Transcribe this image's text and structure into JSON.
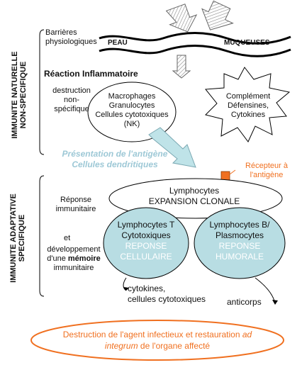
{
  "innate_section": {
    "vertical_label_line1": "IMMUNITE NATURELLE",
    "vertical_label_line2": "NON-SPECIFIQUE",
    "barrieres_line1": "Barrières",
    "barrieres_line2": "physiologiques",
    "peau": "PEAU",
    "muqueuses": "MUQUEUSES",
    "reaction": "Réaction Inflammatoire",
    "destruction_line1": "destruction",
    "destruction_line2": "non-",
    "destruction_line3": "spécifique",
    "cells_line1": "Macrophages",
    "cells_line2": "Granulocytes",
    "cells_line3": "Cellules cytotoxiques",
    "cells_line4": "(NK)",
    "complement_line1": "Complément",
    "complement_line2": "Défensines,",
    "complement_line3": "Cytokines"
  },
  "transition": {
    "presentation_line1": "Présentation de l'antigène",
    "presentation_line2": "Cellules dendritiques",
    "recepteur_line1": "Récepteur à",
    "recepteur_line2": "l'antigène"
  },
  "adaptive_section": {
    "vertical_label_line1": "IMMUNITE ADAPTATIVE",
    "vertical_label_line2": "SPECIFIQUE",
    "reponse_line1": "Réponse",
    "reponse_line2": "immunitaire",
    "et": "et",
    "developpement_line1": "développement",
    "developpement_line2_a": "d'une ",
    "developpement_line2_b": "mémoire",
    "developpement_line3": "immunitaire",
    "lympho_line1": "Lymphocytes",
    "lympho_line2": "EXPANSION CLONALE",
    "t_line1": "Lymphocytes T",
    "t_line2": "Cytotoxiques",
    "t_resp1": "REPONSE",
    "t_resp2": "CELLULAIRE",
    "b_line1": "Lymphocytes B/",
    "b_line2": "Plasmocytes",
    "b_resp1": "REPONSE",
    "b_resp2": "HUMORALE",
    "cytokines_line1": "cytokines,",
    "cytokines_line2": "cellules cytotoxiques",
    "anticorps": "anticorps"
  },
  "result": {
    "line1_a": "Destruction de l'agent infectieux et restauration ",
    "line1_b": "ad",
    "line2_a": "integrum",
    "line2_b": " de l'organe affecté"
  },
  "colors": {
    "cyan_fill": "#bfe3e8",
    "blue_text": "#9dc8d6",
    "orange": "#f07020",
    "teal_ellipse": "#b8dde3"
  }
}
